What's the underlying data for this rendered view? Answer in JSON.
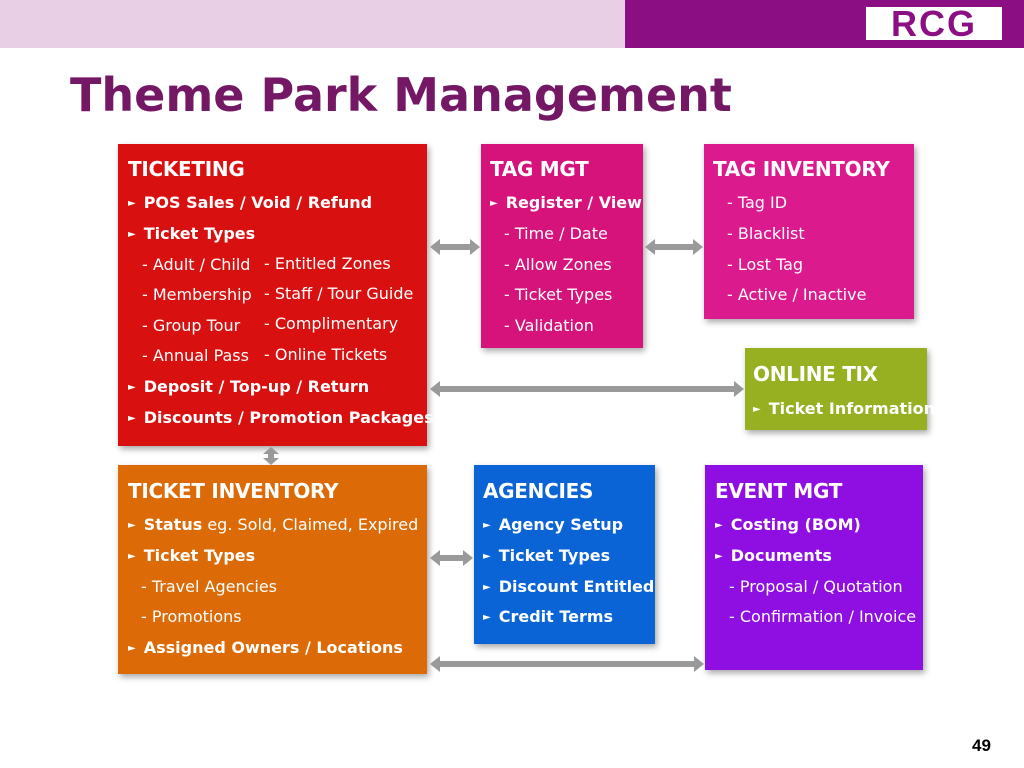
{
  "header": {
    "logo_text": "RCG",
    "title": "Theme Park Management"
  },
  "colors": {
    "ticketing": "#d81010",
    "tag_mgt": "#d5137a",
    "tag_inventory": "#db1a8e",
    "online_tix": "#96b021",
    "ticket_inventory": "#dc6a06",
    "agencies": "#0b64d6",
    "event_mgt": "#8f0ee2",
    "header_accent": "#8c0e83",
    "header_light": "#e8cfe6"
  },
  "ticketing": {
    "title": "TICKETING",
    "pos": "POS Sales / Void / Refund",
    "ticket_types": "Ticket Types",
    "left_items": [
      "- Adult / Child",
      "- Membership",
      "- Group Tour",
      "- Annual Pass"
    ],
    "right_items": [
      "- Entitled Zones",
      "- Staff / Tour Guide",
      "- Complimentary",
      "- Online Tickets"
    ],
    "deposit": "Deposit / Top-up / Return",
    "discounts": "Discounts / Promotion Packages"
  },
  "tag_mgt": {
    "title": "TAG MGT",
    "register": "Register / View",
    "items": [
      "- Time / Date",
      "- Allow Zones",
      "- Ticket Types",
      "- Validation"
    ]
  },
  "tag_inventory": {
    "title": "TAG INVENTORY",
    "items": [
      "- Tag ID",
      "- Blacklist",
      "- Lost Tag",
      "- Active / Inactive"
    ]
  },
  "online_tix": {
    "title": "ONLINE TIX",
    "info": "Ticket Information"
  },
  "ticket_inventory": {
    "title": "TICKET INVENTORY",
    "status_bold": "Status",
    "status_rest": " eg. Sold, Claimed, Expired",
    "ticket_types": "Ticket Types",
    "items": [
      "- Travel Agencies",
      "- Promotions"
    ],
    "assigned": "Assigned Owners / Locations"
  },
  "agencies": {
    "title": "AGENCIES",
    "items": [
      "Agency Setup",
      "Ticket Types",
      "Discount Entitled",
      "Credit Terms"
    ]
  },
  "event_mgt": {
    "title": "EVENT MGT",
    "costing": "Costing (BOM)",
    "documents": "Documents",
    "items": [
      "- Proposal / Quotation",
      "- Confirmation / Invoice"
    ]
  },
  "footer": {
    "page_number": "49"
  }
}
